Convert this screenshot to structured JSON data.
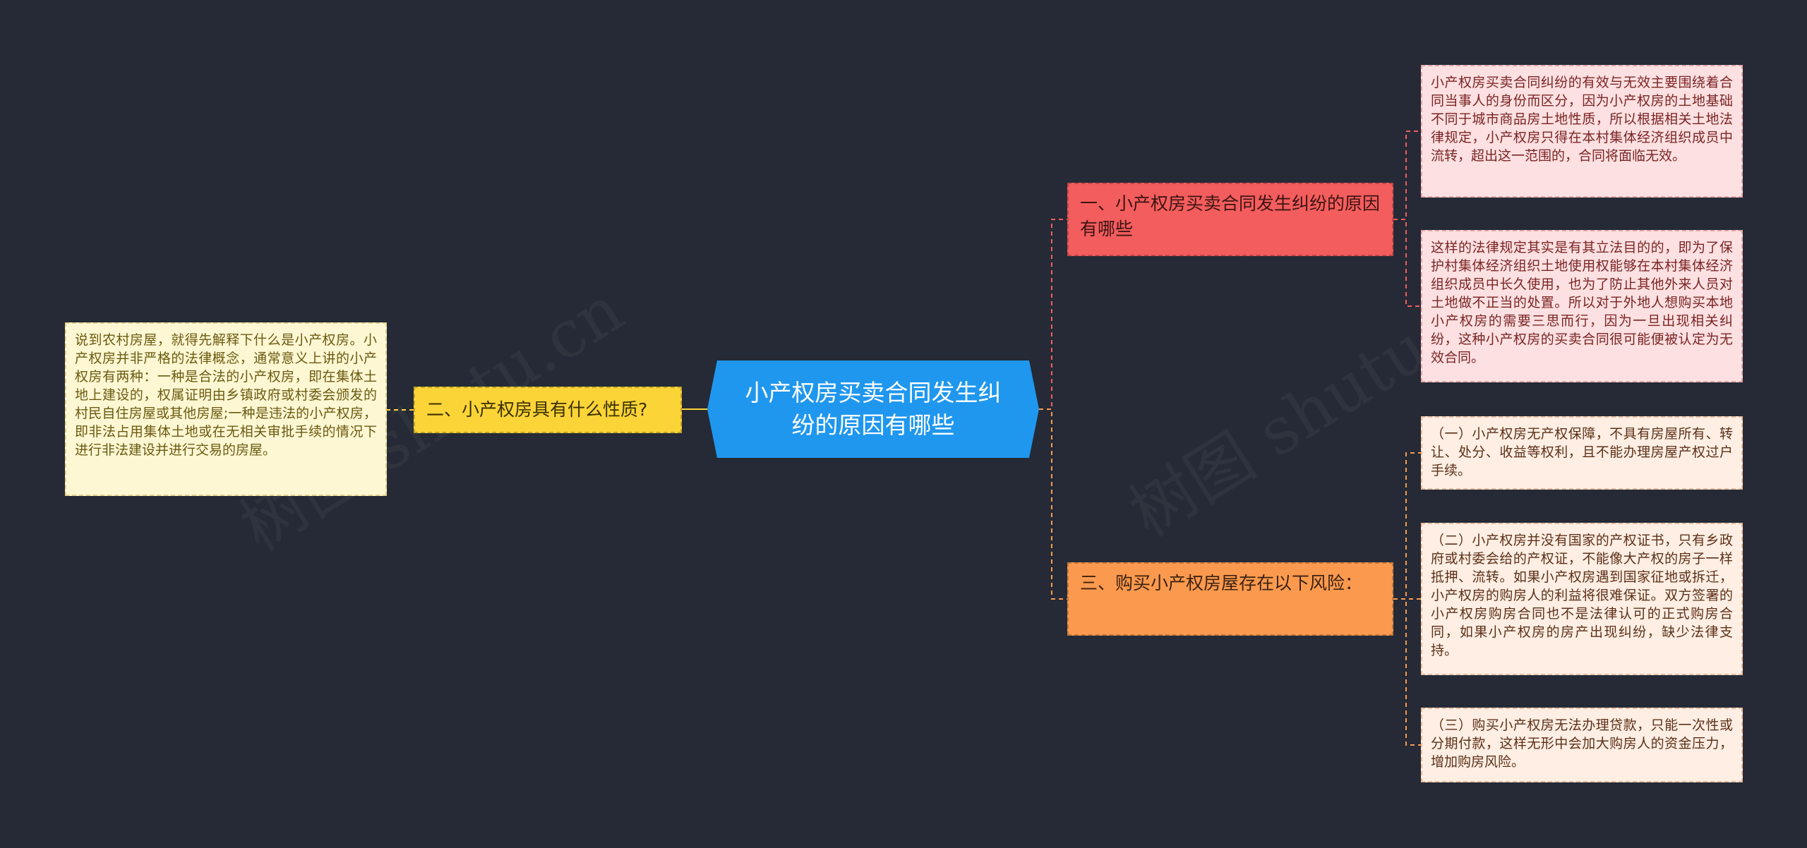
{
  "root": {
    "label": "小产权房买卖合同发生纠纷的原因有哪些"
  },
  "branches": [
    {
      "label": "一、小产权房买卖合同发生纠纷的原因有哪些",
      "leaves": [
        "小产权房买卖合同纠纷的有效与无效主要围绕着合同当事人的身份而区分，因为小产权房的土地基础不同于城市商品房土地性质，所以根据相关土地法律规定，小产权房只得在本村集体经济组织成员中流转，超出这一范围的，合同将面临无效。",
        "这样的法律规定其实是有其立法目的的，即为了保护村集体经济组织土地使用权能够在本村集体经济组织成员中长久使用，也为了防止其他外来人员对土地做不正当的处置。所以对于外地人想购买本地小产权房的需要三思而行，因为一旦出现相关纠纷，这种小产权房的买卖合同很可能便被认定为无效合同。"
      ]
    },
    {
      "label": "二、小产权房具有什么性质?",
      "leaves": [
        "说到农村房屋，就得先解释下什么是小产权房。小产权房并非严格的法律概念，通常意义上讲的小产权房有两种：一种是合法的小产权房，即在集体土地上建设的，权属证明由乡镇政府或村委会颁发的村民自住房屋或其他房屋;一种是违法的小产权房，即非法占用集体土地或在无相关审批手续的情况下进行非法建设并进行交易的房屋。"
      ]
    },
    {
      "label": "三、购买小产权房屋存在以下风险：",
      "leaves": [
        "（一）小产权房无产权保障，不具有房屋所有、转让、处分、收益等权利，且不能办理房屋产权过户手续。",
        "（二）小产权房并没有国家的产权证书，只有乡政府或村委会给的产权证，不能像大产权的房子一样抵押、流转。如果小产权房遇到国家征地或拆迁，小产权房的购房人的利益将很难保证。双方签署的小产权房购房合同也不是法律认可的正式购房合同，如果小产权房的房产出现纠纷，缺少法律支持。",
        "（三）购买小产权房无法办理贷款，只能一次性或分期付款，这样无形中会加大购房人的资金压力，增加购房风险。"
      ]
    }
  ],
  "watermark": {
    "text": "树图 shutu.cn"
  },
  "colors": {
    "background": "#252a36",
    "root": "#1f97ee",
    "branch1": "#f45d5d",
    "branch2": "#fbd437",
    "branch3": "#fb9a4e",
    "connector1": "#f45d5d",
    "connector2": "#fbd437",
    "connector3": "#fb9a4e"
  }
}
